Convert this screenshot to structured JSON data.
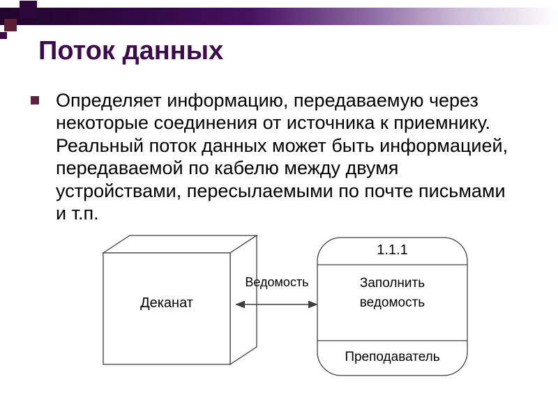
{
  "slide": {
    "title": "Поток данных",
    "bullet": {
      "text": "Определяет информацию, передаваемую через некоторые соединения от источника к приемнику. Реальный поток данных может быть информацией, передаваемой по кабелю между двумя устройствами, пересылаемыми по почте письмами и т.п."
    }
  },
  "diagram": {
    "external_entity": "Деканат",
    "flow_label": "Ведомость",
    "process": {
      "number": "1.1.1",
      "name": "Заполнить ведомость",
      "performer": "Преподаватель"
    }
  },
  "colors": {
    "title": "#3e0a4e",
    "bullet_marker": "#5c2340",
    "deco_dark_purple": "#2c0739",
    "deco_maroon": "#5c1f35",
    "diagram_line": "#3f3f3f"
  }
}
